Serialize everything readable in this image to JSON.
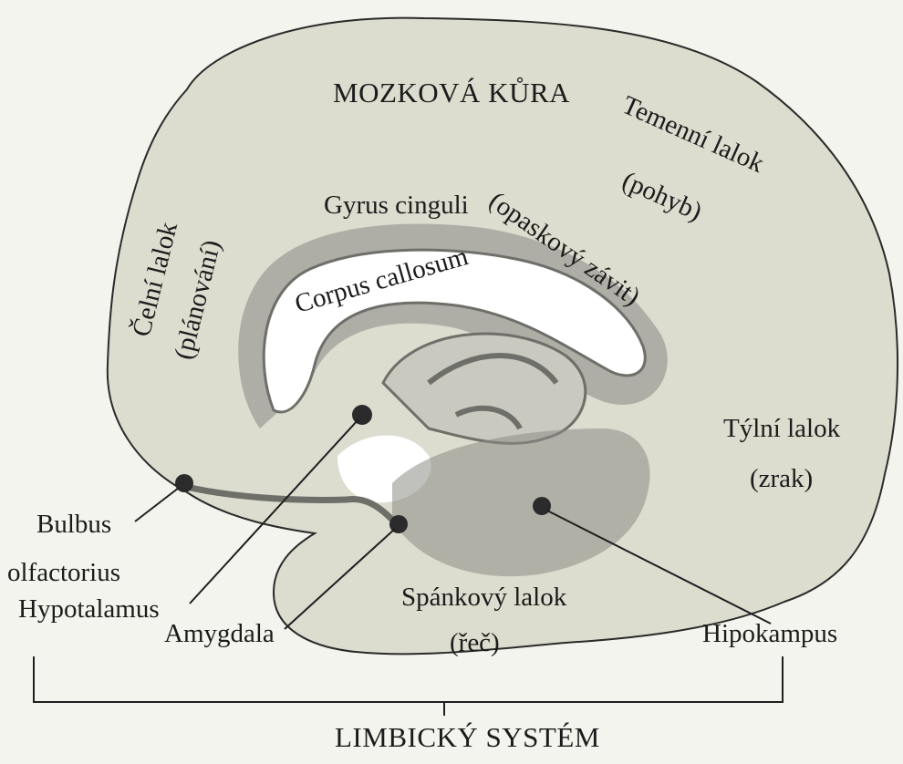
{
  "labels": {
    "cortex": "MOZKOVÁ KŮRA",
    "parietal_1": "Temenní lalok",
    "parietal_2": "(pohyb)",
    "frontal_1": "Čelní lalok",
    "frontal_2": "(plánování)",
    "cingulate": "Gyrus cinguli",
    "cingulate_alt": "(opaskový závit)",
    "corpus_callosum": "Corpus callosum",
    "occipital_1": "Týlní lalok",
    "occipital_2": "(zrak)",
    "bulbus_1": "Bulbus",
    "bulbus_2": "olfactorius",
    "hypothalamus": "Hypotalamus",
    "amygdala": "Amygdala",
    "temporal_1": "Spánkový lalok",
    "temporal_2": "(řeč)",
    "hippocampus": "Hipokampus",
    "limbic": "LIMBICKÝ SYSTÉM"
  },
  "colors": {
    "cortex_fill": "#dcdccf",
    "cingulate_fill": "#a9a9a1",
    "dark_structure": "#6f6f6a",
    "dot": "#2b2b2b",
    "outline": "#2a2a2a"
  }
}
